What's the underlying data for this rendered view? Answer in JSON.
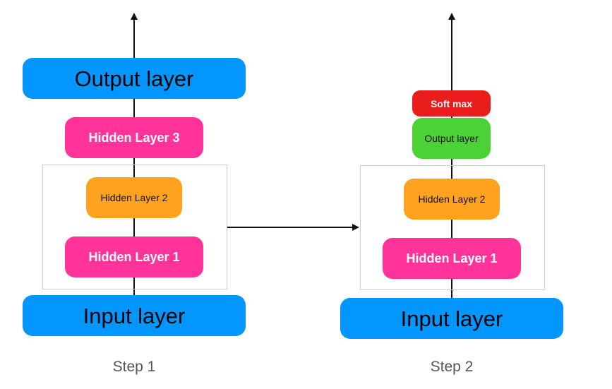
{
  "colors": {
    "blue": "#0396ff",
    "pink": "#ff3399",
    "orange": "#ffa21f",
    "green": "#4cd137",
    "red": "#ea1c1c",
    "line": "#111111",
    "box_border": "#cfcfcf",
    "caption": "#555555"
  },
  "step1": {
    "output_layer": "Output layer",
    "hidden_layer_3": "Hidden Layer 3",
    "hidden_layer_2": "Hidden Layer 2",
    "hidden_layer_1": "Hidden Layer 1",
    "input_layer": "Input layer",
    "caption": "Step 1"
  },
  "step2": {
    "soft_max": "Soft max",
    "output_layer": "Output layer",
    "hidden_layer_2": "Hidden Layer 2",
    "hidden_layer_1": "Hidden Layer 1",
    "input_layer": "Input layer",
    "caption": "Step 2"
  }
}
